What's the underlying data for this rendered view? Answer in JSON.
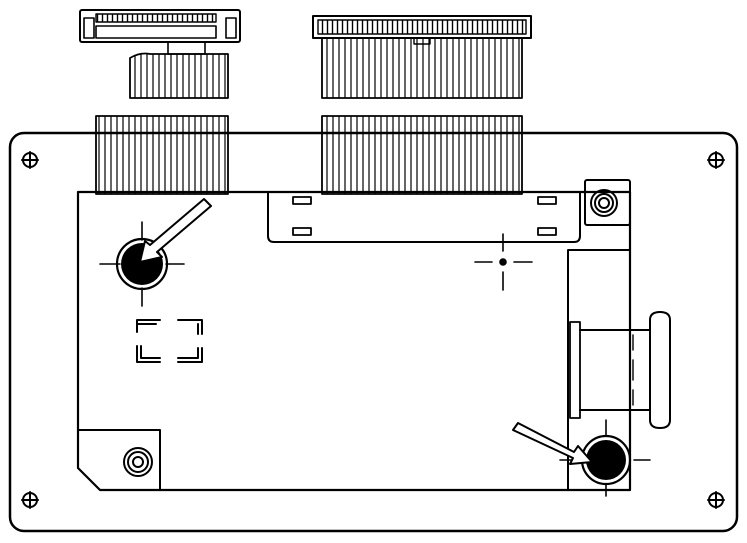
{
  "figure": {
    "kind": "line-drawing",
    "subject": "circuit-board-assembly-with-ribbon-cables",
    "colors": {
      "line": "#000000",
      "paper": "#ffffff",
      "hole_fill": "#000000"
    },
    "icons": [
      "ribbon-cable",
      "connector",
      "mounting-hole",
      "screw",
      "arrow",
      "crosshair",
      "corner-mark",
      "bracket"
    ],
    "arrow_count": 2,
    "mounting_holes_highlighted": 2,
    "corner_screws": 4
  }
}
